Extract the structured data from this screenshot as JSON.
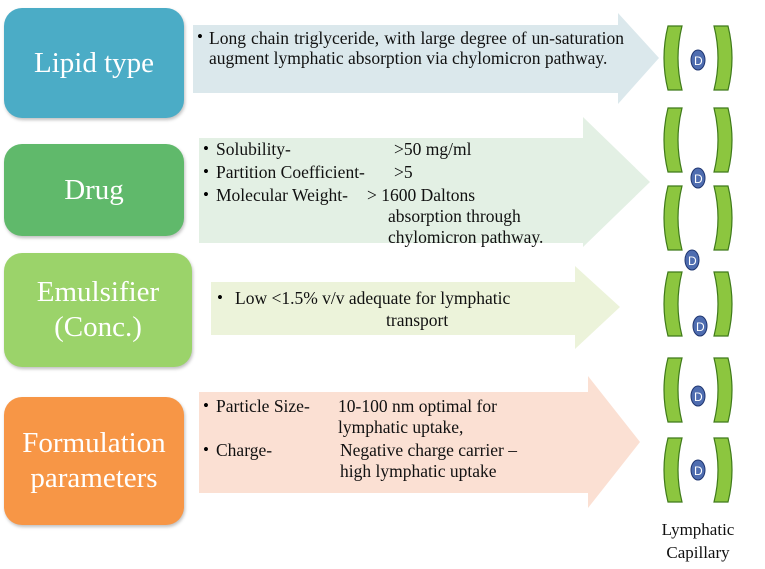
{
  "categories": {
    "lipid": {
      "label": "Lipid type",
      "color": "#4bacc6"
    },
    "drug": {
      "label": "Drug",
      "color": "#60b96b"
    },
    "emulsifier": {
      "line1": "Emulsifier",
      "line2": "(Conc.)",
      "color": "#9bd36a"
    },
    "formulation": {
      "line1": "Formulation",
      "line2": "parameters",
      "color": "#f79646"
    }
  },
  "lipid_text": "Long chain triglyceride, with large degree of un-saturation augment lymphatic absorption via chylomicron pathway.",
  "drug": {
    "solubility_label": "Solubility-",
    "solubility_value": ">50 mg/ml",
    "partition_label": "Partition Coefficient-",
    "partition_value": ">5",
    "mw_label": "Molecular Weight-",
    "mw_value": "> 1600 Daltons",
    "mw_line2": "absorption through",
    "mw_line3": "chylomicron pathway."
  },
  "emulsifier": {
    "line1": "Low <1.5% v/v adequate for lymphatic",
    "line2": "transport"
  },
  "formulation": {
    "particle_label": "Particle Size-",
    "particle_value": "10-100 nm optimal for",
    "particle_line2": "lymphatic uptake,",
    "charge_label": "Charge-",
    "charge_value": "Negative charge carrier –",
    "charge_line2": "high lymphatic uptake"
  },
  "capillary": {
    "line1": "Lymphatic",
    "line2": "Capillary",
    "drug_symbol": "D"
  },
  "colors": {
    "arrow_lipid": "#dbe8ec",
    "arrow_drug": "#e3f0e4",
    "arrow_emulsifier": "#ecf3da",
    "arrow_formulation": "#fbe0d3",
    "capillary_green": "#8cc63f",
    "drug_blue": "#4f6db0"
  }
}
